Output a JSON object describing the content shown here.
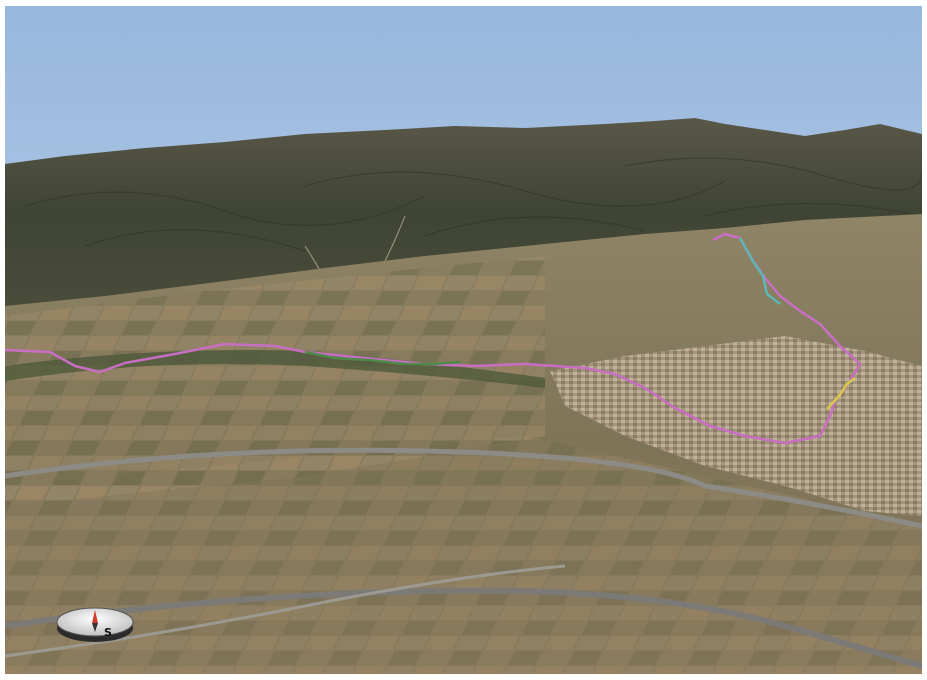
{
  "scene": {
    "sky_color": "#9dbbe0",
    "mountain_color": "#4a4a3a",
    "plain_color": "#8c7c5c",
    "town_color": "#b7a48c"
  },
  "routes": [
    {
      "name": "pink-route",
      "color": "#c86fc4"
    },
    {
      "name": "green-route",
      "color": "#4f8a4a"
    },
    {
      "name": "cyan-route",
      "color": "#5fb7b5"
    },
    {
      "name": "yellow-route",
      "color": "#d8c84a"
    }
  ],
  "compass": {
    "icon": "compass-icon",
    "heading_label": "S",
    "needle_color": "#d23a2a"
  }
}
